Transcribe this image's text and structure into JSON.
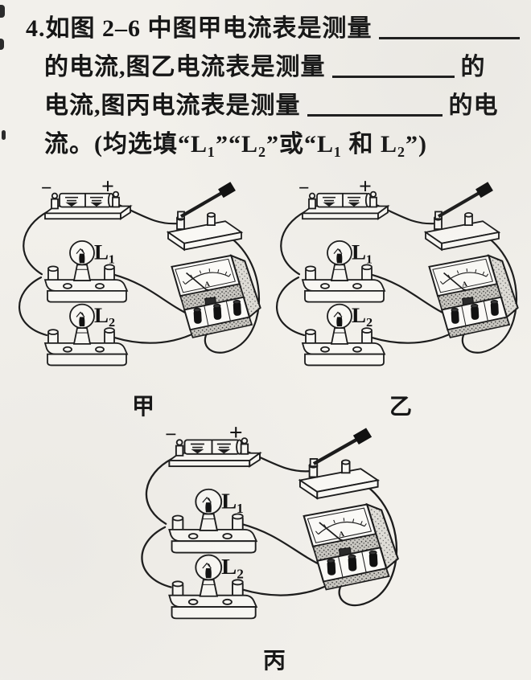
{
  "colors": {
    "paper": "#f2f0eb",
    "ink": "#1c1c1c"
  },
  "question": {
    "number": "4.",
    "line1_text": "如图 2–6 中图甲电流表是测量",
    "line2_pre": "的电流,图乙电流表是测量",
    "line2_post": "的",
    "line3_pre": "电流,图丙电流表是测量",
    "line3_post": "的电",
    "line4_text": "流。(均选填“L₁”“L₂”或“L₁ 和 L₂”)"
  },
  "figures": [
    {
      "caption": "甲",
      "battery_minus": "−",
      "battery_plus": "+",
      "bulb1": "L₁",
      "bulb2": "L₂",
      "meter_label": "A"
    },
    {
      "caption": "乙",
      "battery_minus": "−",
      "battery_plus": "+",
      "bulb1": "L₁",
      "bulb2": "L₂",
      "meter_label": "A"
    },
    {
      "caption": "丙",
      "battery_minus": "−",
      "battery_plus": "+",
      "bulb1": "L₁",
      "bulb2": "L₂",
      "meter_label": "A"
    }
  ]
}
